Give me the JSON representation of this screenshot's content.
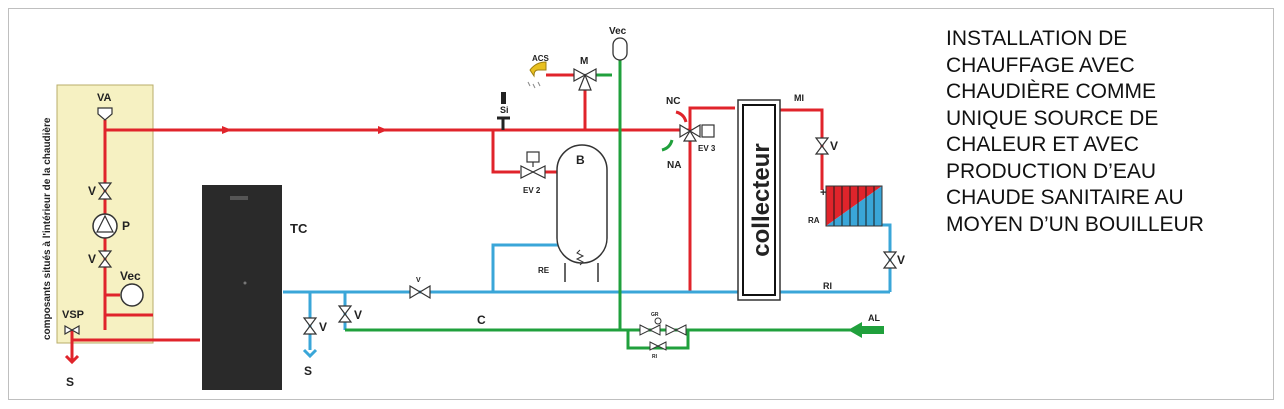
{
  "title_lines": [
    "INSTALLATION DE",
    "CHAUFFAGE AVEC",
    "CHAUDIÈRE COMME",
    "UNIQUE SOURCE DE",
    "CHALEUR ET AVEC",
    "PRODUCTION D’EAU",
    "CHAUDE SANITAIRE AU",
    "MOYEN D’UN BOUILLEUR"
  ],
  "panel_caption": "composants situés à l'intérieur de la chaudière",
  "labels": {
    "va": "VA",
    "v_panel_top": "V",
    "p": "P",
    "v_panel_bottom": "V",
    "vec_panel": "Vec",
    "vsp": "VSP",
    "s_left": "S",
    "tc": "TC",
    "v_tc": "V",
    "s_tc": "S",
    "v_return": "V",
    "v_small": "V",
    "c": "C",
    "si": "Si",
    "ev2": "EV 2",
    "b": "B",
    "re": "RE",
    "acs": "ACS",
    "m": "M",
    "vec_top": "Vec",
    "nc": "NC",
    "na": "NA",
    "ev3": "EV 3",
    "collecteur": "collecteur",
    "mi": "MI",
    "v_mi": "V",
    "plus": "+",
    "ra": "RA",
    "v_ri": "V",
    "ri": "RI",
    "al": "AL",
    "ri_small": "RI",
    "gr": "GR"
  },
  "colors": {
    "hot": "#e0242b",
    "return": "#3aa6d8",
    "cold": "#20a03c",
    "panel": "#f6f1c2",
    "boiler": "#2a2a2a",
    "collector_band": "#111111"
  }
}
